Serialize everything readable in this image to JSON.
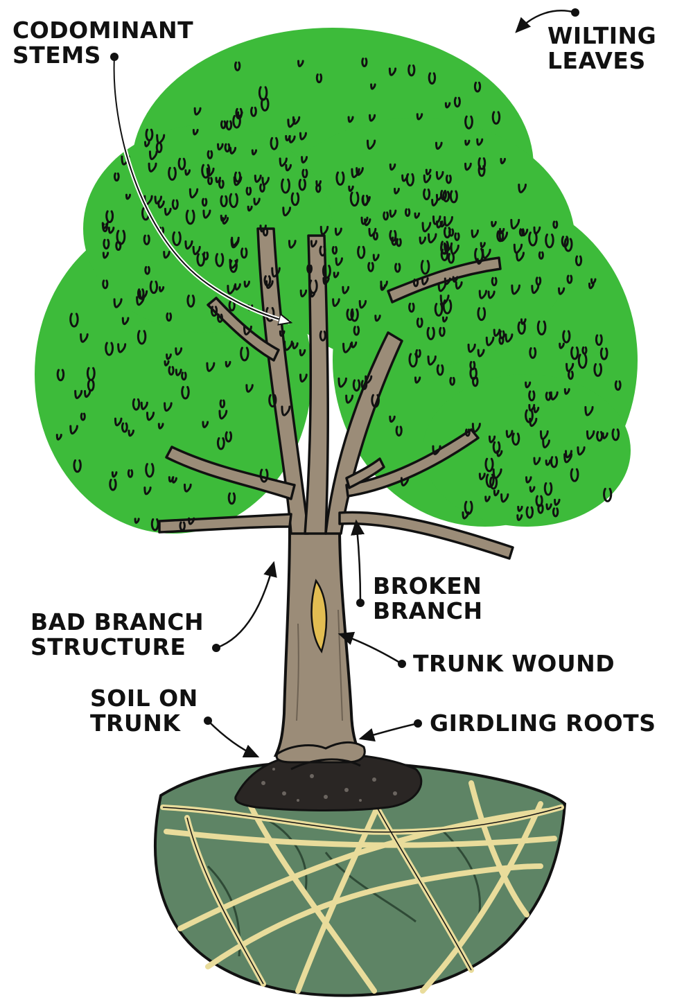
{
  "colors": {
    "foliage": "#3dbb3a",
    "foliage_dark": "#2e9a2c",
    "ink": "#111111",
    "trunk": "#9b8c78",
    "wound": "#e2bd52",
    "burlap": "#5e8465",
    "twine": "#e9dc9b",
    "soil": "#2a2624"
  },
  "callouts": {
    "codominant_stems": {
      "line1": "CODOMINANT",
      "line2": "STEMS"
    },
    "wilting_leaves": {
      "line1": "WILTING",
      "line2": "LEAVES"
    },
    "broken_branch": {
      "line1": "BROKEN",
      "line2": "BRANCH"
    },
    "bad_branch_structure": {
      "line1": "BAD BRANCH",
      "line2": "STRUCTURE"
    },
    "trunk_wound": {
      "line1": "TRUNK WOUND"
    },
    "soil_on_trunk": {
      "line1": "SOIL ON",
      "line2": "TRUNK"
    },
    "girdling_roots": {
      "line1": "GIRDLING ROOTS"
    }
  },
  "icons": {
    "tree": "tree-illustration-icon",
    "root_ball": "burlap-root-ball-icon",
    "arrow": "arrow-icon"
  }
}
